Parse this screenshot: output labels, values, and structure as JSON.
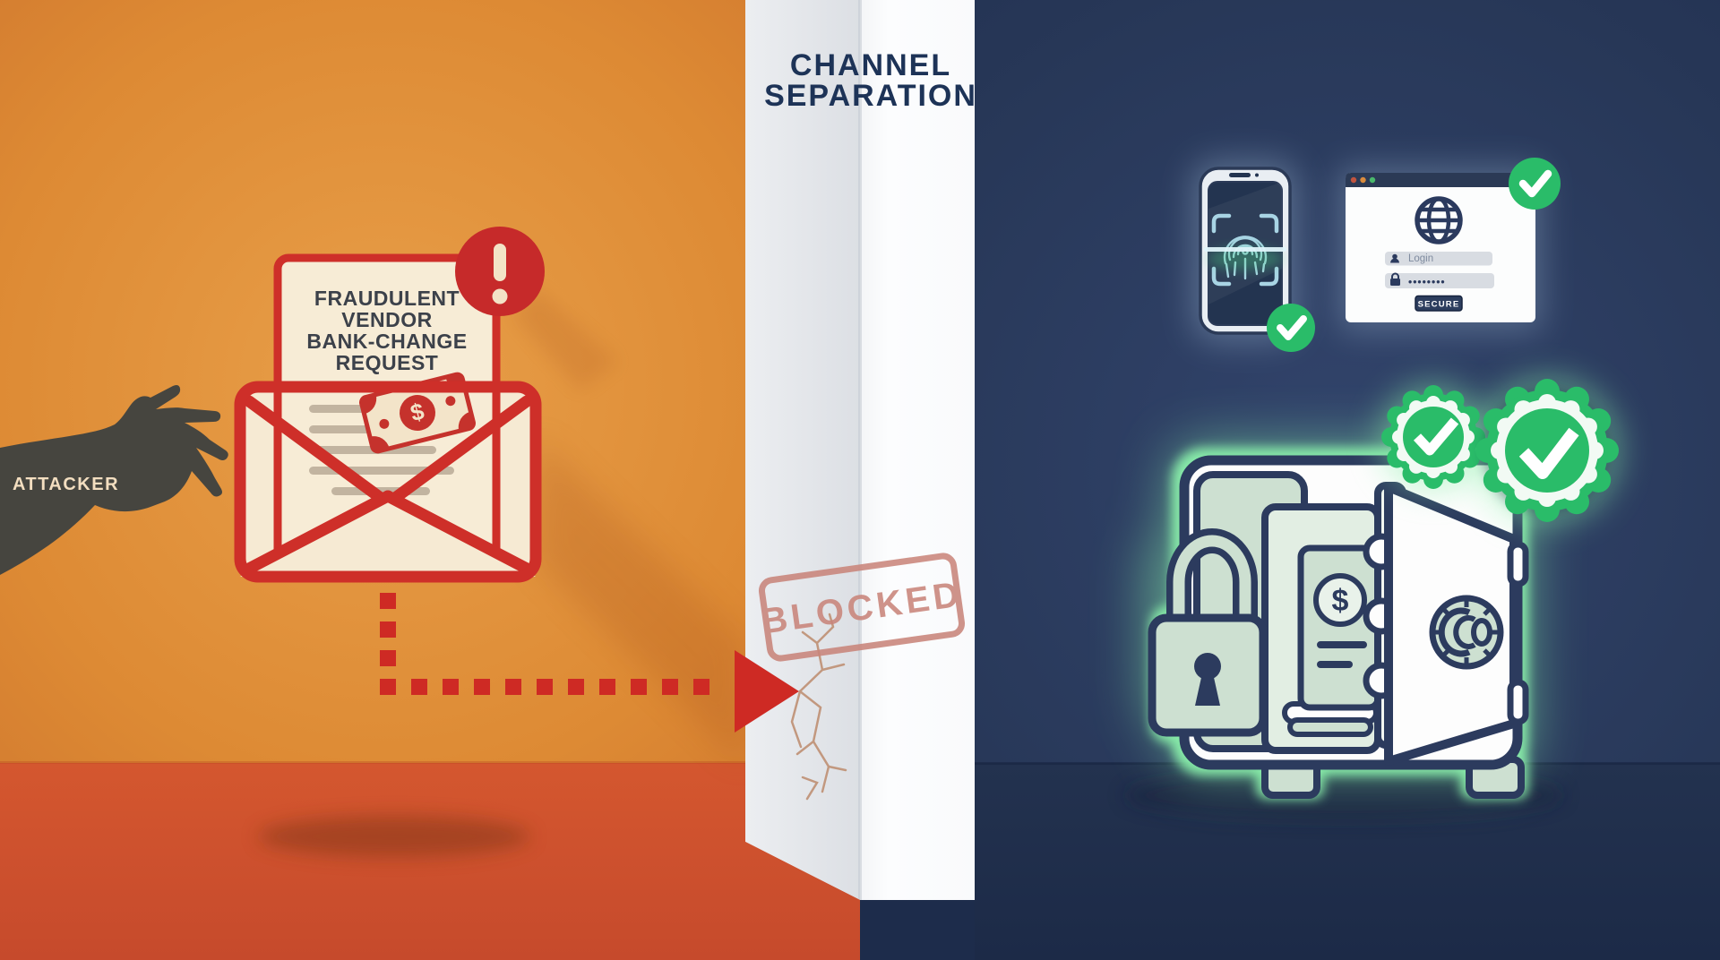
{
  "divider": {
    "title_line1": "CHANNEL",
    "title_line2": "SEPARATION",
    "stamp_label": "BLOCKED"
  },
  "left_panel": {
    "attacker_label": "ATTACKER",
    "letter": {
      "lines": [
        "FRAUDULENT",
        "VENDOR",
        "BANK-CHANGE",
        "REQUEST"
      ],
      "bill_symbol": "$"
    },
    "icons": [
      "attacker-hand-icon",
      "envelope-icon",
      "alert-exclamation-icon",
      "money-bill-icon",
      "dotted-arrow-icon",
      "crack-icon"
    ]
  },
  "right_panel": {
    "phone": {
      "icons": [
        "smartphone-icon",
        "fingerprint-icon",
        "scan-frame-icon",
        "scan-line-icon",
        "check-circle-icon"
      ]
    },
    "browser": {
      "login_placeholder": "Login",
      "password_mask": "••••••••",
      "secure_label": "SECURE",
      "icons": [
        "browser-window-icon",
        "globe-icon",
        "user-icon",
        "lock-icon",
        "check-circle-icon",
        "traffic-dots-icon"
      ]
    },
    "vault": {
      "ledger_symbol": "$",
      "icons": [
        "safe-icon",
        "padlock-icon",
        "keyhole-icon",
        "combination-dial-icon",
        "ledger-book-icon",
        "verified-rosette-icon",
        "verified-rosette-icon"
      ]
    }
  },
  "colors": {
    "orange_bg": "#dd8a34",
    "orange_floor": "#cf532e",
    "alert_red": "#ce2b26",
    "cream": "#f6ead3",
    "ink": "#3c414a",
    "navy_bg": "#273757",
    "outline_navy": "#2c3b5e",
    "wall_gray": "#e4e7ea",
    "wall_white": "#fbfcfd",
    "success_green": "#2abc69",
    "glow_green": "#86eca7",
    "sage": "#cde0d1",
    "stamp_red": "#c9857b",
    "scan_blue": "#a8d4e4",
    "title_navy": "#1d3357"
  }
}
